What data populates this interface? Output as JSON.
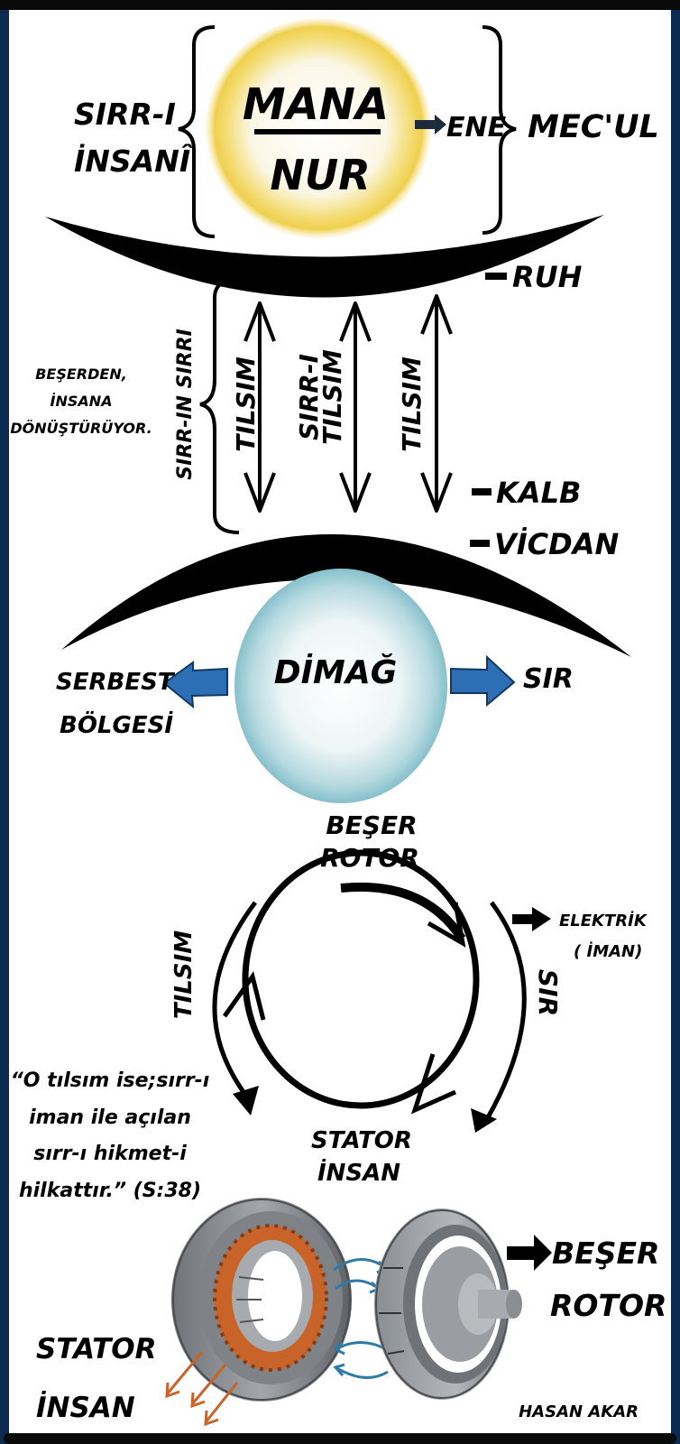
{
  "top_section": {
    "left_label_line1": "SIRR-I",
    "left_label_line2": "İNSANÎ",
    "circle_top": "MANA",
    "circle_bottom": "NUR",
    "arrow_target": "ENE",
    "right_label": "MEC'UL"
  },
  "middle_section": {
    "levels": [
      "RUH",
      "KALB",
      "VİCDAN"
    ],
    "side_note": [
      "BEŞERDEN,",
      "İNSANA",
      "DÖNÜŞTÜRÜYOR."
    ],
    "brace_label": "SIRR-IN SIRRI",
    "arrow_labels": [
      "TILSIM",
      "SIRR-I",
      "TILSIM",
      "TILSIM"
    ]
  },
  "brain_section": {
    "circle_label": "DİMAĞ",
    "left_label_line1": "SERBEST",
    "left_label_line2": "BÖLGESİ",
    "right_label": "SIR"
  },
  "cycle_section": {
    "top_label_line1": "BEŞER",
    "top_label_line2": "ROTOR",
    "left_label": "TILSIM",
    "right_label": "SIR",
    "output_label_line1": "ELEKTRİK",
    "output_label_line2": "( İMAN)",
    "bottom_label_line1": "STATOR",
    "bottom_label_line2": "İNSAN"
  },
  "quote": {
    "lines": [
      "“O tılsım ise;sırr-ı",
      "iman ile açılan",
      "sırr-ı hikmet-i",
      "hilkattır.” (S:38)"
    ]
  },
  "motor_section": {
    "stator_label_line1": "STATOR",
    "stator_label_line2": "İNSAN",
    "rotor_label_line1": "BEŞER",
    "rotor_label_line2": "ROTOR",
    "author": "HASAN AKAR"
  },
  "colors": {
    "border_navy": "#0c2a52",
    "border_black": "#0a0a0a",
    "nur_glow": "#f2d65a",
    "dimag_glow": "#8cc4cf",
    "blue_arrow": "#2c6fb5",
    "copper": "#c8642a",
    "steel": "#8a8d91"
  }
}
